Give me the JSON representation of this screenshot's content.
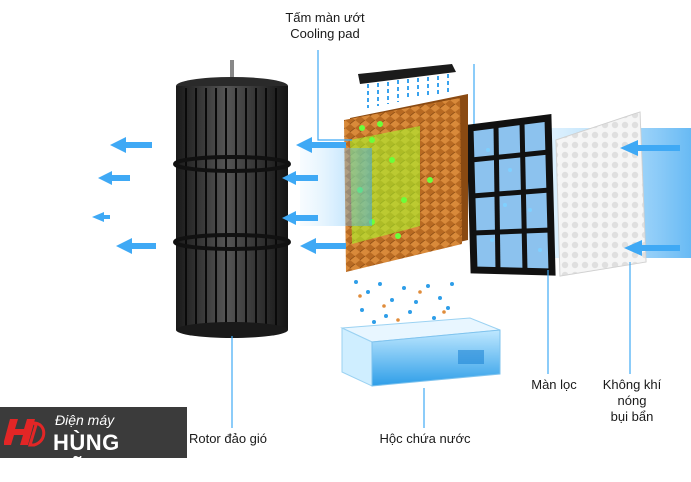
{
  "labels": {
    "cooling_pad_line1": "Tấm màn ướt",
    "cooling_pad_line2": "Cooling pad",
    "rotor": "Rotor đảo gió",
    "water_tank": "Hộc chứa nước",
    "filter": "Màn lọc",
    "hot_air_line1": "Không khí",
    "hot_air_line2": "nóng",
    "hot_air_line3": "bụi bẩn"
  },
  "logo": {
    "mark": "HD",
    "tagline": "Điện máy",
    "brand": "HÙNG DŨNG"
  },
  "colors": {
    "airflow": "#3fa9f5",
    "pad": "#c8762a",
    "rotor": "#222222",
    "water": "#4fb8f0",
    "logo_bg": "#3b3b3b",
    "logo_red": "#e32626"
  }
}
